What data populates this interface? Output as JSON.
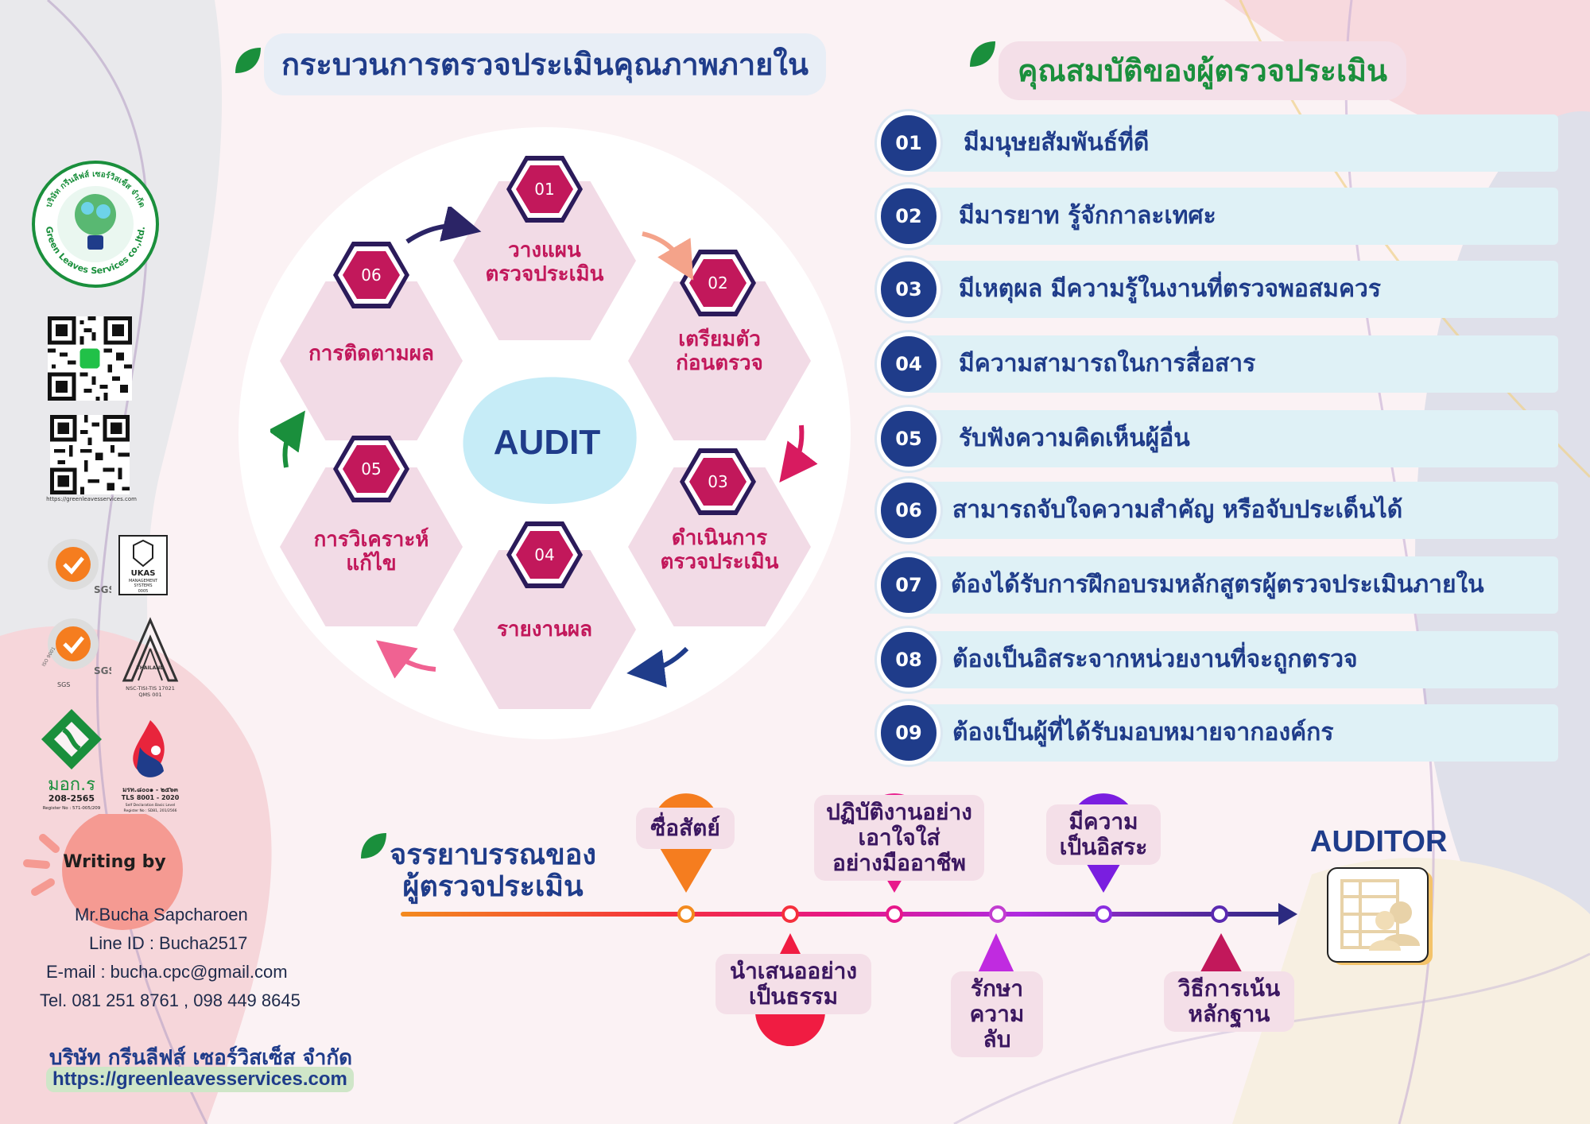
{
  "titles": {
    "process": "กระบวนการตรวจประเมินคุณภาพภายใน",
    "qualifications": "คุณสมบัติของผู้ตรวจประเมิน",
    "ethics_line1": "จรรยาบรรณของ",
    "ethics_line2": "ผู้ตรวจประเมิน"
  },
  "center_label": "AUDIT",
  "process_steps": [
    {
      "num": "01",
      "line1": "วางแผน",
      "line2": "ตรวจประเมิน"
    },
    {
      "num": "02",
      "line1": "เตรียมตัว",
      "line2": "ก่อนตรวจ"
    },
    {
      "num": "03",
      "line1": "ดำเนินการ",
      "line2": "ตรวจประเมิน"
    },
    {
      "num": "04",
      "line1": "รายงานผล",
      "line2": ""
    },
    {
      "num": "05",
      "line1": "การวิเคราะห์",
      "line2": "แก้ไข"
    },
    {
      "num": "06",
      "line1": "การติดตามผล",
      "line2": ""
    }
  ],
  "qualifications": [
    {
      "num": "01",
      "text": "มีมนุษยสัมพันธ์ที่ดี"
    },
    {
      "num": "02",
      "text": "มีมารยาท รู้จักกาละเทศะ"
    },
    {
      "num": "03",
      "text": "มีเหตุผล มีความรู้ในงานที่ตรวจพอสมควร"
    },
    {
      "num": "04",
      "text": "มีความสามารถในการสื่อสาร"
    },
    {
      "num": "05",
      "text": "รับฟังความคิดเห็นผู้อื่น"
    },
    {
      "num": "06",
      "text": "สามารถจับใจความสำคัญ หรือจับประเด็นได้"
    },
    {
      "num": "07",
      "text": "ต้องได้รับการฝึกอบรมหลักสูตรผู้ตรวจประเมินภายใน"
    },
    {
      "num": "08",
      "text": "ต้องเป็นอิสระจากหน่วยงานที่จะถูกตรวจ"
    },
    {
      "num": "09",
      "text": "ต้องเป็นผู้ที่ได้รับมอบหมายจากองค์กร"
    }
  ],
  "ethics": {
    "top": [
      {
        "line1": "ซื่อสัตย์",
        "line2": "",
        "line3": ""
      },
      {
        "line1": "ปฏิบัติงานอย่าง",
        "line2": "เอาใจใส่",
        "line3": "อย่างมืออาชีพ"
      },
      {
        "line1": "มีความ",
        "line2": "เป็นอิสระ",
        "line3": ""
      }
    ],
    "bottom": [
      {
        "line1": "นำเสนออย่าง",
        "line2": "เป็นธรรม"
      },
      {
        "line1": "รักษา",
        "line2": "ความลับ"
      },
      {
        "line1": "วิธีการเน้น",
        "line2": "หลักฐาน"
      }
    ],
    "auditor_label": "AUDITOR"
  },
  "sidebar": {
    "logo_text_top": "บริษัท กรีนลีฟส์ เซอร์วิสเซ็ส จำกัด",
    "logo_text_bottom": "Green Leaves Services co.,ltd.",
    "qr_caption": "https://greenleavesservices.com",
    "cert_sgs": "SGS",
    "cert_iso": "ISO 9001",
    "cert_ukas_1": "UKAS",
    "cert_ukas_2": "MANAGEMENT",
    "cert_ukas_3": "SYSTEMS",
    "cert_ukas_4": "0005",
    "cert_nac_1": "NSC-TISI-TIS 17021",
    "cert_nac_2": "QMS 001",
    "cert_thailand": "THAILAND",
    "cert_mok_1": "มอก.ร",
    "cert_mok_2": "208-2565",
    "cert_mok_3": "Register No : 571-005/209",
    "cert_tls_1": "มรท.๘๐๐๑ - ๒๕๖๓",
    "cert_tls_2": "TLS 8001 - 2020",
    "cert_tls_3": "Self Declaration Basic Level",
    "cert_tls_4": "Register No : SD81, 201/2566"
  },
  "writer": {
    "label": "Writing by",
    "name": "Mr.Bucha  Sapcharoen",
    "line": "Line ID : Bucha2517",
    "email": "E-mail : bucha.cpc@gmail.com",
    "tel": "Tel. 081 251 8761 , 098 449 8645"
  },
  "company": {
    "name": "บริษัท กรีนลีฟส์ เซอร์วิสเซ็ส จำกัด",
    "url": "https://greenleavesservices.com"
  },
  "colors": {
    "navy": "#1f3c8a",
    "magenta": "#c2185b",
    "hex_fill": "#f2dbe6",
    "green": "#1a8f3c",
    "light_blue": "#dff1f6"
  }
}
